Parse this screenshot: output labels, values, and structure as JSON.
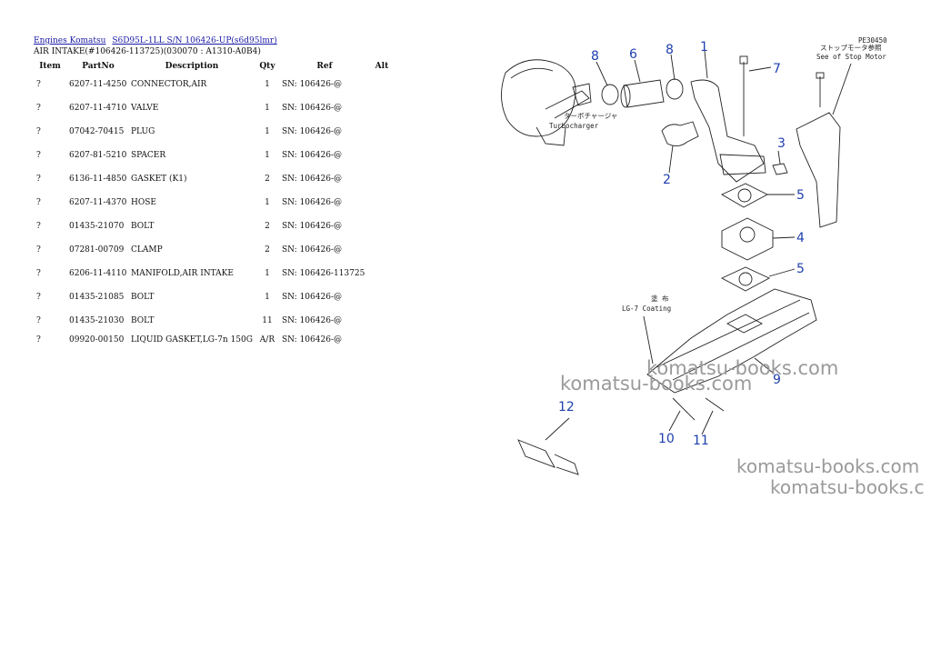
{
  "breadcrumb": {
    "links": [
      "Engines Komatsu",
      "S6D95L-1LL S/N 106426-UP(s6d95lmr)"
    ]
  },
  "subtitle": "AIR INTAKE(#106426-113725)(030070 : A1310-A0B4)",
  "table": {
    "headers": [
      "Item",
      "PartNo",
      "Description",
      "Qty",
      "Ref",
      "Alt"
    ],
    "rows": [
      {
        "item": "?",
        "part": "6207-11-4250",
        "desc": "CONNECTOR,AIR",
        "qty": "1",
        "ref": "SN: 106426-@"
      },
      {
        "item": "?",
        "part": "6207-11-4710",
        "desc": "VALVE",
        "qty": "1",
        "ref": "SN: 106426-@"
      },
      {
        "item": "?",
        "part": "07042-70415",
        "desc": "PLUG",
        "qty": "1",
        "ref": "SN: 106426-@"
      },
      {
        "item": "?",
        "part": "6207-81-5210",
        "desc": "SPACER",
        "qty": "1",
        "ref": "SN: 106426-@"
      },
      {
        "item": "?",
        "part": "6136-11-4850",
        "desc": "GASKET (K1)",
        "qty": "2",
        "ref": "SN: 106426-@"
      },
      {
        "item": "?",
        "part": "6207-11-4370",
        "desc": "HOSE",
        "qty": "1",
        "ref": "SN: 106426-@"
      },
      {
        "item": "?",
        "part": "01435-21070",
        "desc": "BOLT",
        "qty": "2",
        "ref": "SN: 106426-@"
      },
      {
        "item": "?",
        "part": "07281-00709",
        "desc": "CLAMP",
        "qty": "2",
        "ref": "SN: 106426-@"
      },
      {
        "item": "?",
        "part": "6206-11-4110",
        "desc": "MANIFOLD,AIR INTAKE",
        "qty": "1",
        "ref": "SN: 106426-113725"
      },
      {
        "item": "?",
        "part": "01435-21085",
        "desc": "BOLT",
        "qty": "1",
        "ref": "SN: 106426-@"
      },
      {
        "item": "?",
        "part": "01435-21030",
        "desc": "BOLT",
        "qty": "11",
        "ref": "SN: 106426-@"
      },
      {
        "item": "?",
        "part": "09920-00150",
        "desc": "LIQUID GASKET,LG-7n 150G",
        "qty": "A/R",
        "ref": "SN: 106426-@"
      }
    ]
  },
  "diagram": {
    "callouts": [
      "1",
      "2",
      "3",
      "4",
      "5",
      "5",
      "6",
      "8",
      "8",
      "7",
      "9",
      "10",
      "11",
      "12"
    ],
    "code": "PE30450",
    "stop_motor_jp": "ストップモータ参照",
    "stop_motor_en": "See of Stop Motor",
    "turbo_jp": "ターボチャージャ",
    "turbo_en": "Turbocharger",
    "coating_jp": "塗 布",
    "coating_en": "LG-7 Coating",
    "callout_color": "#1f3fae"
  },
  "watermarks": [
    "komatsu-books.com",
    "komatsu-books.com",
    "komatsu-books.com",
    "komatsu-books.c"
  ]
}
